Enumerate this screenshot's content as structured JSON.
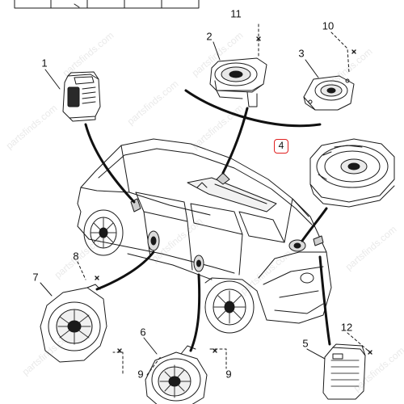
{
  "callouts": {
    "c1": "1",
    "c2": "2",
    "c3": "3",
    "c4": "4",
    "c5": "5",
    "c6": "6",
    "c7": "7",
    "c8": "8",
    "c9a": "9",
    "c9b": "9",
    "c10": "10",
    "c11": "11",
    "c12": "12"
  },
  "watermark": "partsfinds.com",
  "highlight_color": "#e02020"
}
